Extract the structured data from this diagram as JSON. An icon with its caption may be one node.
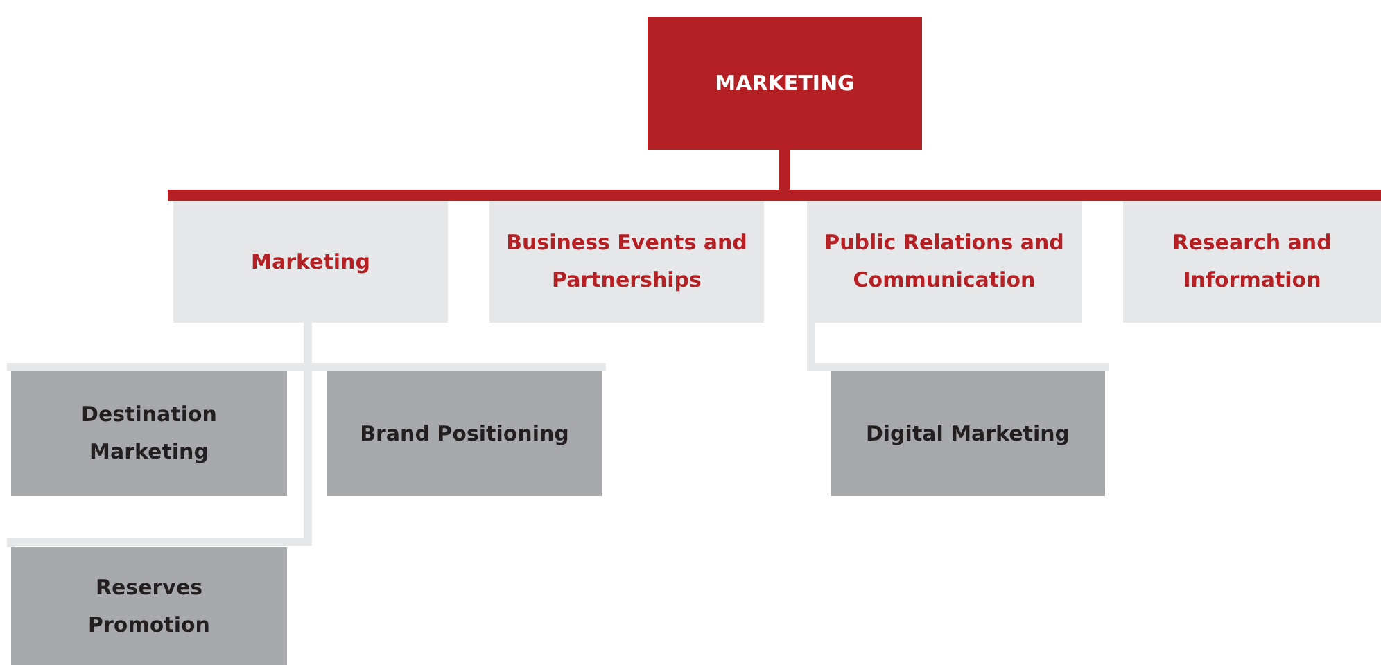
{
  "diagram": {
    "nodes": [
      {
        "text": [
          "MARKETING"
        ]
      },
      {
        "text": [
          "Marketing"
        ]
      },
      {
        "text": [
          "Business Events and Partnerships"
        ]
      },
      {
        "text": [
          "Public Relations and Communication"
        ]
      },
      {
        "text": [
          "Research and Information"
        ]
      },
      {
        "text": [
          "Destination Marketing"
        ]
      },
      {
        "text": [
          "Brand Positioning"
        ]
      },
      {
        "text": [
          "Reserves Promotion"
        ]
      },
      {
        "text": [
          "Digital Marketing"
        ]
      }
    ],
    "edges": [
      {
        "from": 0,
        "to": 1,
        "arrow": "none",
        "color": "#b52025"
      },
      {
        "from": 0,
        "to": 2,
        "arrow": "none",
        "color": "#b52025"
      },
      {
        "from": 0,
        "to": 3,
        "arrow": "none",
        "color": "#b52025"
      },
      {
        "from": 0,
        "to": 4,
        "arrow": "none",
        "color": "#b52025"
      },
      {
        "from": 1,
        "to": 5,
        "arrow": "none",
        "color": "#e6e7e8"
      },
      {
        "from": 1,
        "to": 6,
        "arrow": "none",
        "color": "#e6e7e8"
      },
      {
        "from": 1,
        "to": 7,
        "arrow": "none",
        "color": "#e6e7e8"
      },
      {
        "from": 3,
        "to": 8,
        "arrow": "none",
        "color": "#e6e7e8"
      }
    ]
  }
}
